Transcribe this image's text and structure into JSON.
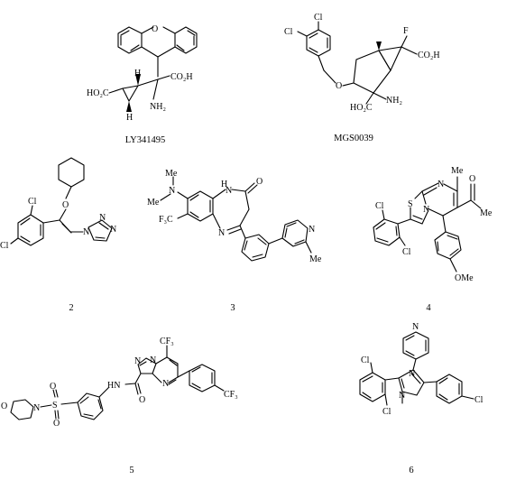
{
  "compounds": [
    {
      "id": "ly341495",
      "caption": "LY341495",
      "labels": {
        "o_ring": "O",
        "h1": "H",
        "h2": "H",
        "cooh_right": "CO₂H",
        "nh2": "NH₂",
        "cooh_left": "HO₂C"
      }
    },
    {
      "id": "mgs0039",
      "caption": "MGS0039",
      "labels": {
        "cl1": "Cl",
        "cl2": "Cl",
        "f": "F",
        "cooh_right": "CO₂H",
        "o": "O",
        "nh2": "NH₂",
        "cooh_bottom": "HO₂C"
      }
    },
    {
      "id": "c2",
      "caption": "2",
      "labels": {
        "o": "O",
        "cl1": "Cl",
        "cl2": "Cl",
        "n1": "N",
        "n2": "N",
        "n3": "N"
      }
    },
    {
      "id": "c3",
      "caption": "3",
      "labels": {
        "me1": "Me",
        "n_me": "N",
        "me2": "Me",
        "nh": "H",
        "n_amide": "N",
        "o": "O",
        "cf3": "F₃C",
        "n_imine": "N",
        "n_pyr": "N",
        "me3": "Me"
      }
    },
    {
      "id": "c4",
      "caption": "4",
      "labels": {
        "me": "Me",
        "n1": "N",
        "o": "O",
        "me2": "Me",
        "s": "S",
        "cl1": "Cl",
        "n2": "N",
        "cl2": "Cl",
        "ome": "OMe"
      }
    },
    {
      "id": "c5",
      "caption": "5",
      "labels": {
        "cf3_top": "CF₃",
        "n1": "N",
        "n2": "N",
        "n3": "N",
        "hn": "HN",
        "o_amide": "O",
        "cf3_right": "CF₃",
        "s": "S",
        "o1": "O",
        "o2": "O",
        "n_morph": "N",
        "o_morph": "O"
      }
    },
    {
      "id": "c6",
      "caption": "6",
      "labels": {
        "n_pyr": "N",
        "cl1": "Cl",
        "n1": "N",
        "n2": "N",
        "cl2": "Cl",
        "cl3": "Cl"
      }
    }
  ]
}
